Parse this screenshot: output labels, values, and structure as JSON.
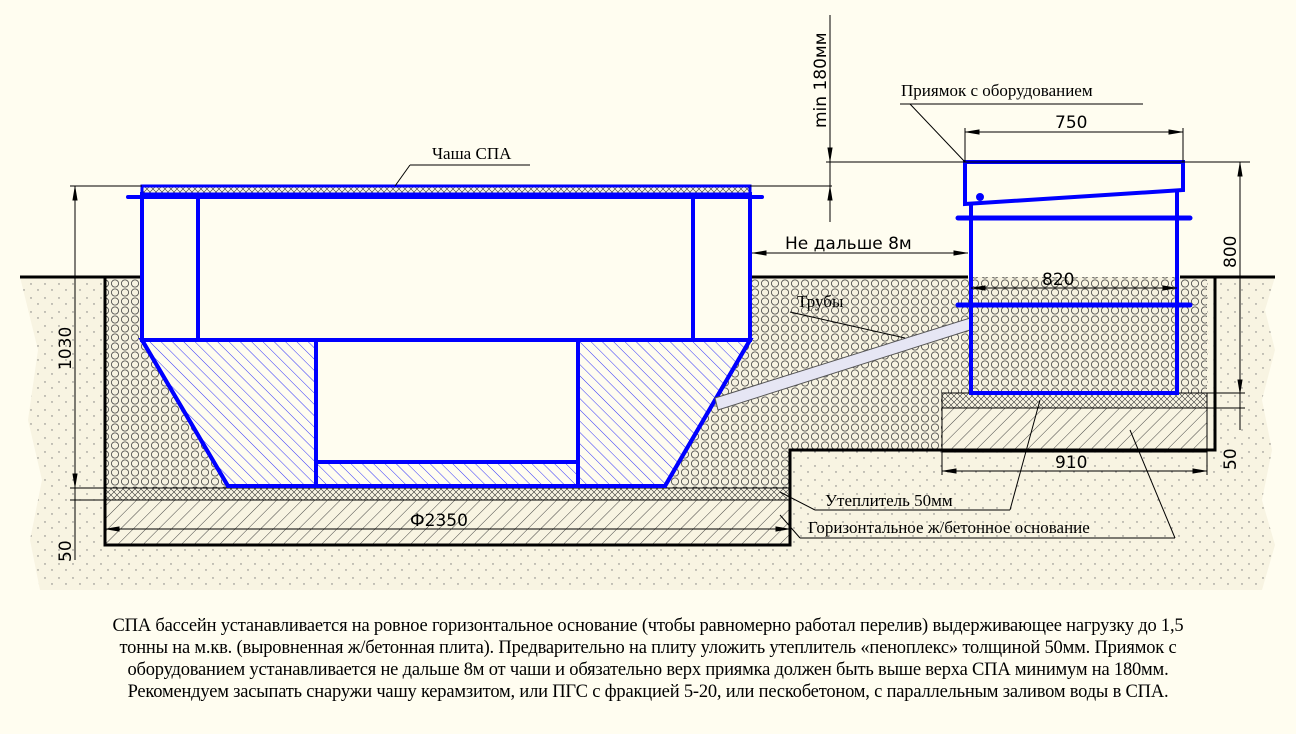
{
  "labels": {
    "spa_bowl": "Чаша СПА",
    "pit": "Приямок с  оборудованием",
    "pipes": "Трубы",
    "insulation": "Утеплитель 50мм",
    "base": "Горизонтальное ж/бетонное основание"
  },
  "dimensions": {
    "min_height": "min 180мм",
    "pit_width_top": "750",
    "pit_width": "820",
    "pit_height": "800",
    "distance": "Не дальше 8м",
    "spa_height": "1030",
    "spa_diameter": "Ф2350",
    "insulation_left": "50",
    "insulation_right": "50",
    "pit_base_width": "910"
  },
  "description": [
    "СПА бассейн устанавливается на ровное горизонтальное основание (чтобы равномерно работал перелив) выдерживающее нагрузку до 1,5",
    "тонны на м.кв. (выровненная ж/бетонная плита). Предварительно на плиту уложить утеплитель «пеноплекс» толщиной 50мм. Приямок с",
    "оборудованием устанавливается не дальше 8м от чаши и обязательно верх приямка должен быть выше верха СПА минимум на 180мм.",
    "Рекомендуем засыпать снаружи чашу керамзитом, или ПГС с фракцией 5-20, или пескобетоном, с параллельным заливом воды в СПА."
  ],
  "colors": {
    "background": "#fffdf0",
    "equipment": "#0000ff",
    "lines": "#000000"
  }
}
